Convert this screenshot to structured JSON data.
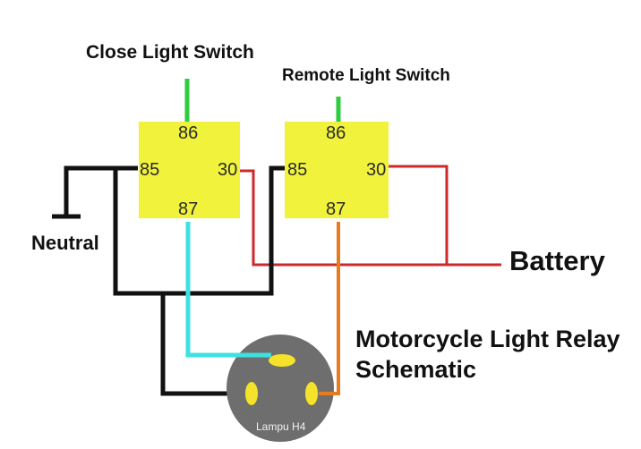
{
  "diagram": {
    "title_line1": "Motorcycle Light Relay",
    "title_line2": "Schematic",
    "labels": {
      "close_switch": "Close Light Switch",
      "remote_switch": "Remote Light Switch",
      "neutral": "Neutral",
      "battery": "Battery"
    },
    "relay_left": {
      "pin86": "86",
      "pin85": "85",
      "pin30": "30",
      "pin87": "87"
    },
    "relay_right": {
      "pin86": "86",
      "pin85": "85",
      "pin30": "30",
      "pin87": "87"
    },
    "bulb": {
      "label": "Lampu H4"
    },
    "colors": {
      "relay": "#f0f23c",
      "switch_wire": "#2ecc40",
      "ground_wire": "#111111",
      "battery_wire": "#cc2a2a",
      "low_beam_wire": "#3ee0e0",
      "high_beam_wire": "#e87b1e",
      "bulb_body": "#6e6e6e",
      "bulb_contact": "#f5e22a"
    }
  }
}
